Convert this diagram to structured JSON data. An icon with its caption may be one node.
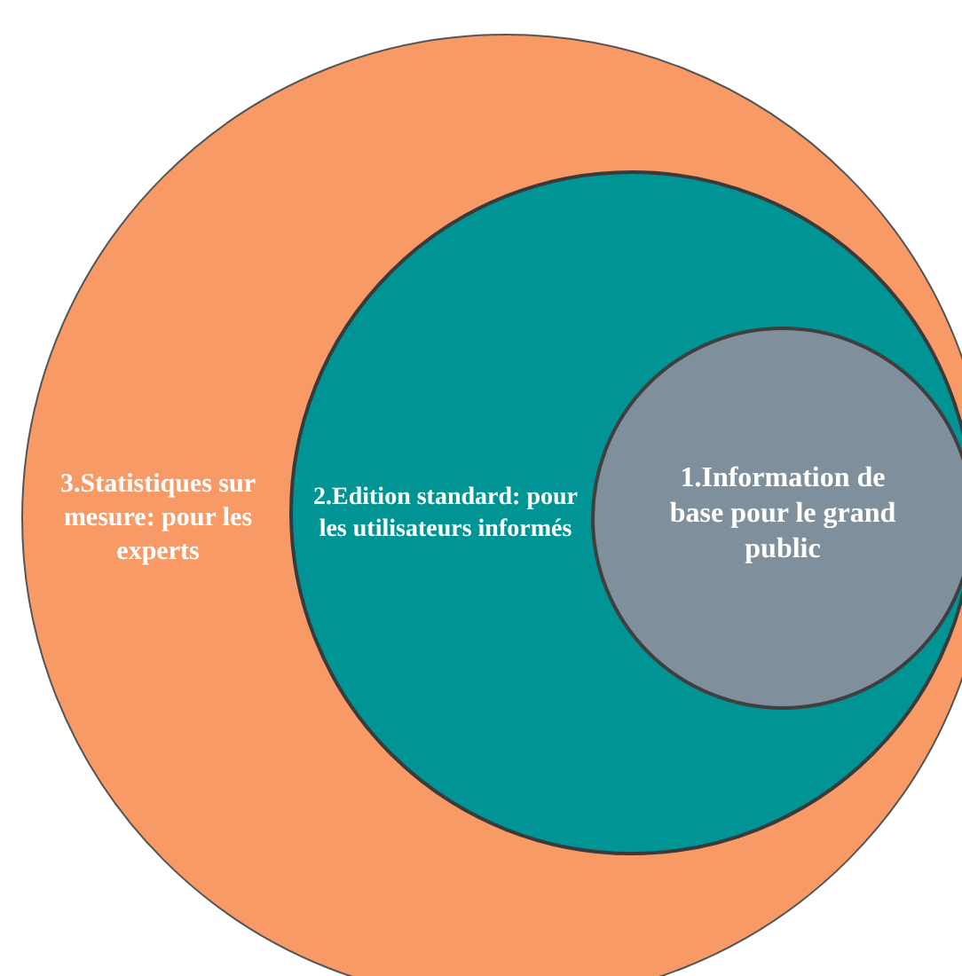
{
  "diagram": {
    "nodes": [
      {
        "text": [
          "3.Statistiques sur mesure: pour les experts"
        ]
      },
      {
        "text": [
          "2.Edition standard: pour les utilisateurs informés"
        ],
        "in": 0
      },
      {
        "text": [
          "1.Information de base pour le grand public"
        ],
        "in": 1
      }
    ]
  }
}
